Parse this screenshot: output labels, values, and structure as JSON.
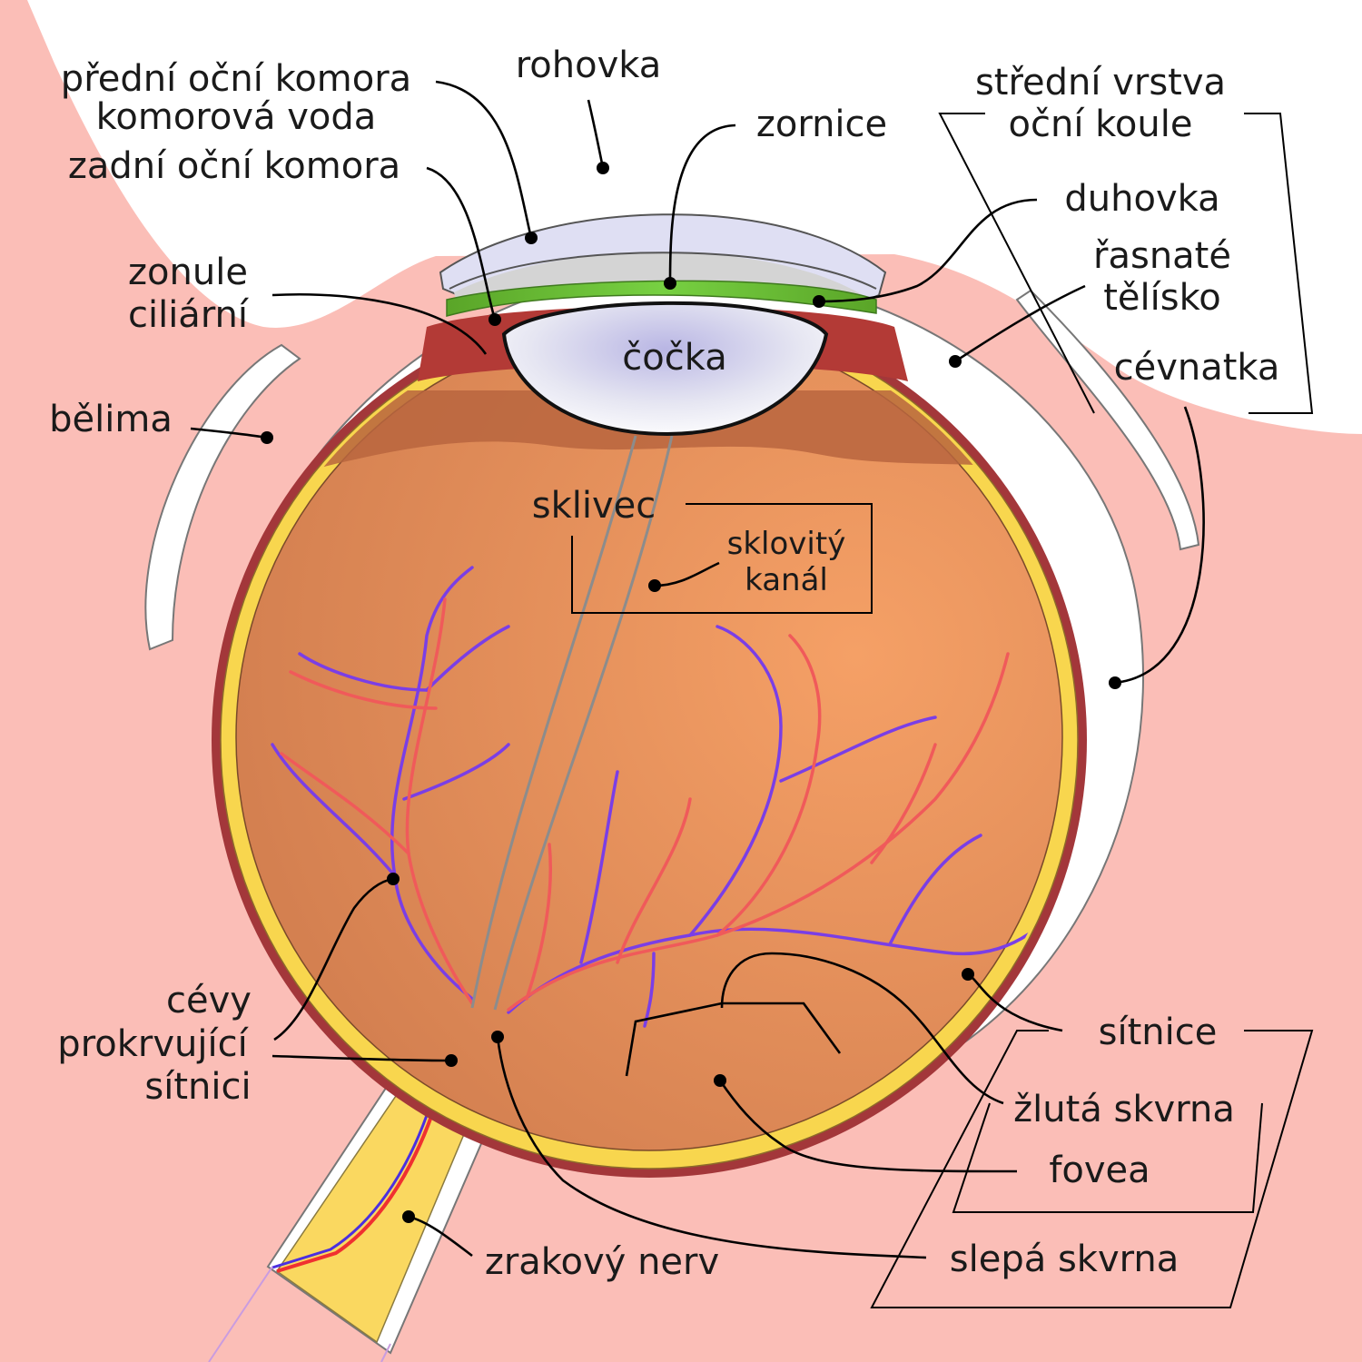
{
  "colors": {
    "background_tissue": "#fbbeb7",
    "background_air": "#ffffff",
    "sclera": "#ffffff",
    "choroid": "#a3373a",
    "retina": "#f8d64e",
    "vitreous": "#e9925f",
    "cornea": "#e2e2f4",
    "iris": "#6ab32c",
    "lens": "#e8e8ee",
    "artery": "#f05a5a",
    "vein": "#7a3ee6",
    "optic_nerve": "#fad860"
  },
  "labels": {
    "anterior_chamber_line1": "přední oční komora",
    "anterior_chamber_line2": "komorová voda",
    "cornea": "rohovka",
    "posterior_chamber": "zadní oční komora",
    "pupil": "zornice",
    "uvea_line1": "střední vrstva",
    "uvea_line2": "oční koule",
    "iris": "duhovka",
    "ciliary_body_line1": "řasnaté",
    "ciliary_body_line2": "tělísko",
    "zonule_line1": "zonule",
    "zonule_line2": "ciliární",
    "lens": "čočka",
    "choroid": "cévnatka",
    "sclera": "bělima",
    "vitreous": "sklivec",
    "hyaloid_canal_line1": "sklovitý",
    "hyaloid_canal_line2": "kanál",
    "vessels_line1": "cévy",
    "vessels_line2": "prokrvující",
    "vessels_line3": "sítnici",
    "retina": "sítnice",
    "macula": "žlutá skvrna",
    "fovea": "fovea",
    "blind_spot": "slepá skvrna",
    "optic_nerve": "zrakový nerv"
  }
}
